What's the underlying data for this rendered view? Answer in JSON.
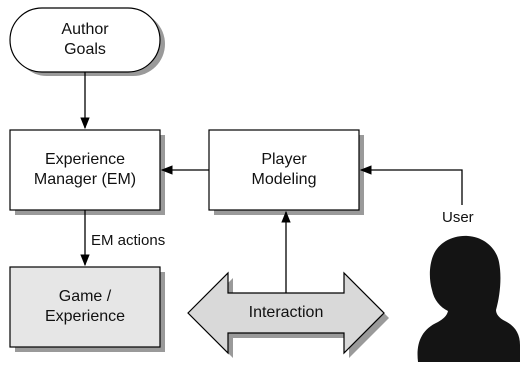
{
  "nodes": {
    "author_goals": {
      "label": "Author\nGoals",
      "shape": "rounded",
      "fill": "#ffffff"
    },
    "experience_manager": {
      "label": "Experience\nManager (EM)",
      "shape": "rect",
      "fill": "#ffffff"
    },
    "player_modeling": {
      "label": "Player\nModeling",
      "shape": "rect",
      "fill": "#ffffff"
    },
    "game_experience": {
      "label": "Game /\nExperience",
      "shape": "rect",
      "fill": "#e6e6e6"
    },
    "interaction": {
      "label": "Interaction",
      "shape": "double-arrow",
      "fill": "#d9d9d9"
    }
  },
  "edge_labels": {
    "em_actions": "EM actions",
    "user": "User"
  },
  "icons": {
    "user": "user-silhouette-icon"
  },
  "colors": {
    "stroke": "#000000",
    "shadow": "#9a9a9a",
    "silhouette": "#141414"
  }
}
